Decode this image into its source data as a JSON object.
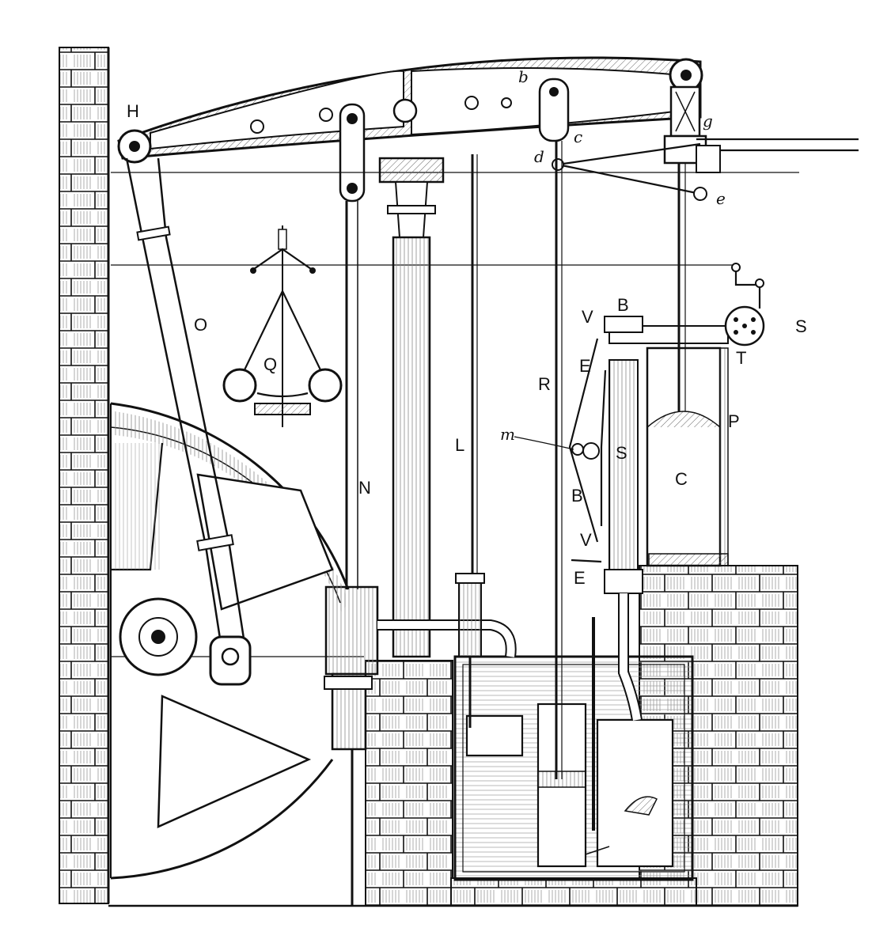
{
  "figure": {
    "labels": {
      "H": "H",
      "b": "b",
      "c_upper": "c",
      "d": "d",
      "g": "g",
      "e": "e",
      "O": "O",
      "Q": "Q",
      "N": "N",
      "L": "L",
      "R": "R",
      "m": "m",
      "V_top": "V",
      "B_top": "B",
      "E_top": "E",
      "S_small": "S",
      "B_mid": "B",
      "V_low": "V",
      "E_low": "E",
      "C": "C",
      "P": "P",
      "T": "T",
      "S_right": "S"
    }
  },
  "colors": {
    "ink": "#111111",
    "paper": "#ffffff",
    "hatch": "#555555"
  }
}
